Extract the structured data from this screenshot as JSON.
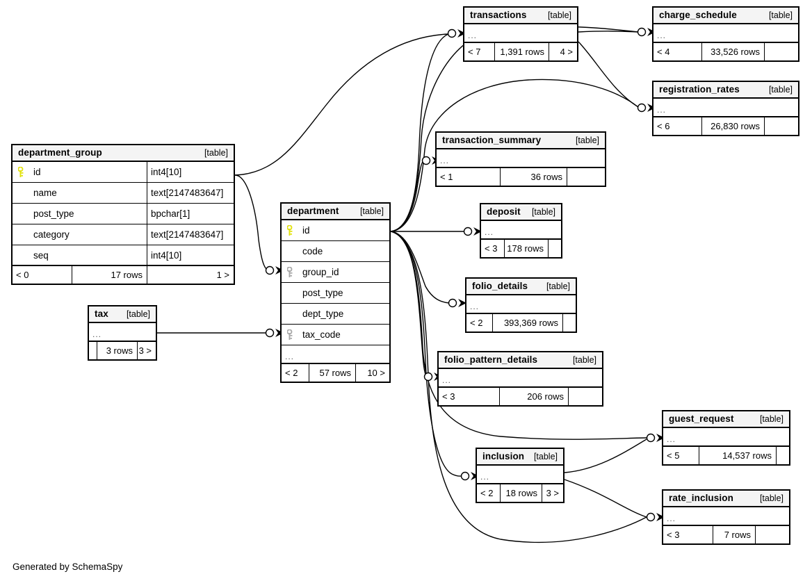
{
  "diagram": {
    "generator_text": "Generated by SchemaSpy",
    "table_tag": "[table]",
    "ellipsis": "...",
    "colors": {
      "primary_key_icon": "#e8e80a",
      "foreign_key_icon": "#aaaaaa",
      "header_background": "#f4f4f4",
      "border": "#000000",
      "background": "#ffffff"
    }
  },
  "tables": {
    "department_group": {
      "name": "department_group",
      "tag": "[table]",
      "columns": [
        {
          "key": "primary",
          "name": "id",
          "type": "int4[10]"
        },
        {
          "key": "none",
          "name": "name",
          "type": "text[2147483647]"
        },
        {
          "key": "none",
          "name": "post_type",
          "type": "bpchar[1]"
        },
        {
          "key": "none",
          "name": "category",
          "type": "text[2147483647]"
        },
        {
          "key": "none",
          "name": "seq",
          "type": "int4[10]"
        }
      ],
      "footer": {
        "left": "< 0",
        "center": "17 rows",
        "right": "1 >"
      }
    },
    "department": {
      "name": "department",
      "tag": "[table]",
      "columns": [
        {
          "key": "primary",
          "name": "id",
          "type": ""
        },
        {
          "key": "none",
          "name": "code",
          "type": ""
        },
        {
          "key": "foreign",
          "name": "group_id",
          "type": ""
        },
        {
          "key": "none",
          "name": "post_type",
          "type": ""
        },
        {
          "key": "none",
          "name": "dept_type",
          "type": ""
        },
        {
          "key": "foreign",
          "name": "tax_code",
          "type": ""
        }
      ],
      "ellipsis": "...",
      "footer": {
        "left": "< 2",
        "center": "57 rows",
        "right": "10 >"
      }
    },
    "tax": {
      "name": "tax",
      "tag": "[table]",
      "ellipsis": "...",
      "footer": {
        "left": "",
        "center": "3 rows",
        "right": "3 >"
      }
    },
    "transactions": {
      "name": "transactions",
      "tag": "[table]",
      "ellipsis": "...",
      "footer": {
        "left": "< 7",
        "center": "1,391 rows",
        "right": "4 >"
      }
    },
    "charge_schedule": {
      "name": "charge_schedule",
      "tag": "[table]",
      "ellipsis": "...",
      "footer": {
        "left": "< 4",
        "center": "33,526 rows",
        "right": ""
      }
    },
    "registration_rates": {
      "name": "registration_rates",
      "tag": "[table]",
      "ellipsis": "...",
      "footer": {
        "left": "< 6",
        "center": "26,830 rows",
        "right": ""
      }
    },
    "transaction_summary": {
      "name": "transaction_summary",
      "tag": "[table]",
      "ellipsis": "...",
      "footer": {
        "left": "< 1",
        "center": "36 rows",
        "right": ""
      }
    },
    "deposit": {
      "name": "deposit",
      "tag": "[table]",
      "ellipsis": "...",
      "footer": {
        "left": "< 3",
        "center": "178 rows",
        "right": ""
      }
    },
    "folio_details": {
      "name": "folio_details",
      "tag": "[table]",
      "ellipsis": "...",
      "footer": {
        "left": "< 2",
        "center": "393,369 rows",
        "right": ""
      }
    },
    "folio_pattern_details": {
      "name": "folio_pattern_details",
      "tag": "[table]",
      "ellipsis": "...",
      "footer": {
        "left": "< 3",
        "center": "206 rows",
        "right": ""
      }
    },
    "guest_request": {
      "name": "guest_request",
      "tag": "[table]",
      "ellipsis": "...",
      "footer": {
        "left": "< 5",
        "center": "14,537 rows",
        "right": ""
      }
    },
    "inclusion": {
      "name": "inclusion",
      "tag": "[table]",
      "ellipsis": "...",
      "footer": {
        "left": "< 2",
        "center": "18 rows",
        "right": "3 >"
      }
    },
    "rate_inclusion": {
      "name": "rate_inclusion",
      "tag": "[table]",
      "ellipsis": "...",
      "footer": {
        "left": "< 3",
        "center": "7 rows",
        "right": ""
      }
    }
  },
  "relationships": [
    {
      "from": "department_group",
      "to": "department",
      "via": "group_id"
    },
    {
      "from": "tax",
      "to": "department",
      "via": "tax_code"
    },
    {
      "from": "department",
      "to": "transactions"
    },
    {
      "from": "department",
      "to": "charge_schedule"
    },
    {
      "from": "department",
      "to": "registration_rates"
    },
    {
      "from": "department",
      "to": "transaction_summary"
    },
    {
      "from": "department",
      "to": "deposit"
    },
    {
      "from": "department",
      "to": "folio_details"
    },
    {
      "from": "department",
      "to": "folio_pattern_details"
    },
    {
      "from": "department",
      "to": "guest_request"
    },
    {
      "from": "department",
      "to": "inclusion"
    },
    {
      "from": "department",
      "to": "rate_inclusion"
    },
    {
      "from": "department_group",
      "to": "transactions"
    },
    {
      "from": "transactions",
      "to": "charge_schedule"
    },
    {
      "from": "inclusion",
      "to": "guest_request"
    },
    {
      "from": "inclusion",
      "to": "rate_inclusion"
    }
  ]
}
